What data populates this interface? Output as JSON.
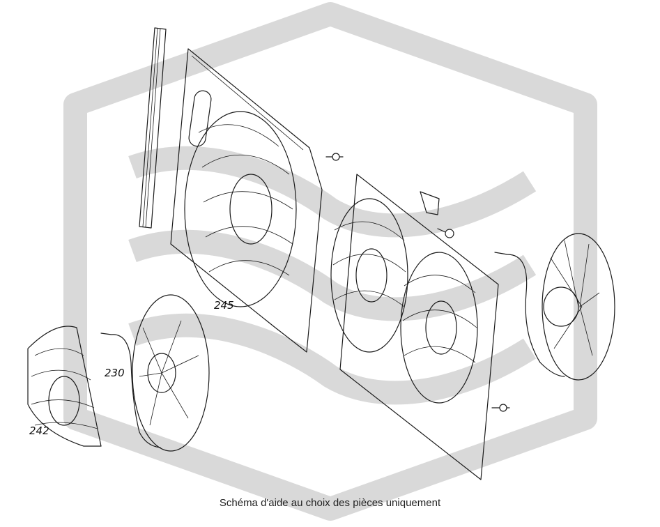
{
  "labels": {
    "part_245": "245",
    "part_230": "230",
    "part_242": "242"
  },
  "caption": "Schéma d'aide au choix des pièces uniquement",
  "watermark": "hexagon-s-logo",
  "colors": {
    "line": "#1a1a1a",
    "watermark": "#d9d9d9",
    "background": "#ffffff"
  }
}
